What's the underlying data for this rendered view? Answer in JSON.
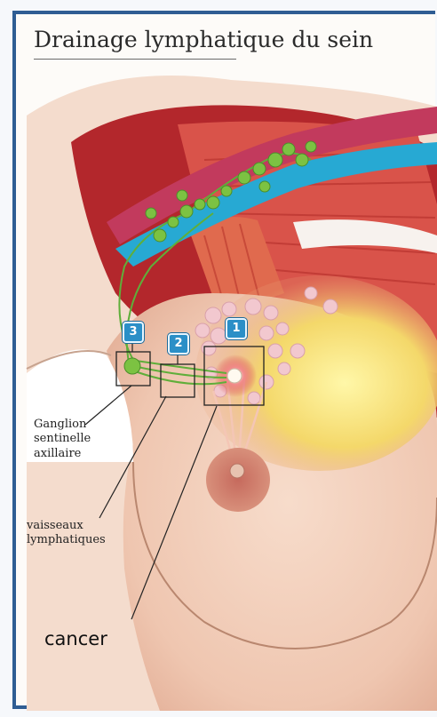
{
  "title": "Drainage lymphatique du sein",
  "badges": [
    "1",
    "2",
    "3"
  ],
  "labels": {
    "sentinel_line1": "Ganglion",
    "sentinel_line2": "sentinelle",
    "sentinel_line3": "axillaire",
    "vessels_line1": "vaisseaux",
    "vessels_line2": "lymphatiques",
    "cancer": "cancer"
  },
  "colors": {
    "frame": "#2f5d93",
    "skin": "#f3d2bf",
    "muscle": "#d9534a",
    "artery": "#c23a5d",
    "vein": "#27a9d3",
    "lymph_node": "#7cc242",
    "gland": "#f2c8cf",
    "fat": "#f5e27a",
    "badge": "#2b8fc7"
  }
}
